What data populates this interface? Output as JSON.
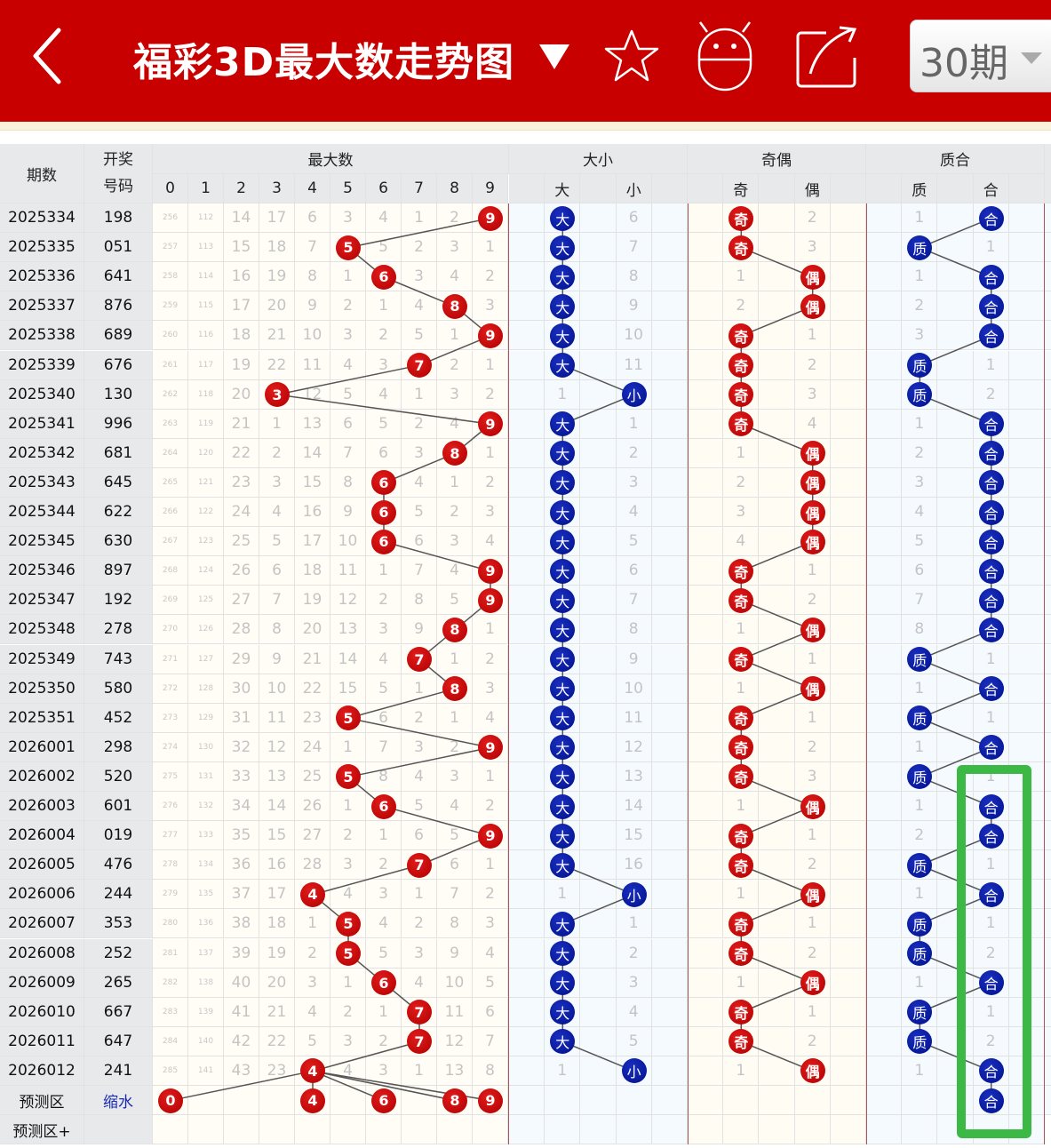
{
  "header": {
    "title": "福彩3D最大数走势图",
    "period_select": "30期",
    "icons": [
      "back-icon",
      "dropdown-triangle-icon",
      "star-icon",
      "robot-icon",
      "share-icon"
    ],
    "colors": {
      "bar": "#c80000",
      "red_ball": "#c00000",
      "blue_ball": "#0a1aa0",
      "highlight": "#3cb844"
    }
  },
  "table": {
    "col_headers": {
      "issue": "期数",
      "draw_line1": "开奖",
      "draw_line2": "号码",
      "max_group": "最大数",
      "digits": [
        "0",
        "1",
        "2",
        "3",
        "4",
        "5",
        "6",
        "7",
        "8",
        "9"
      ],
      "bs_group": "大小",
      "bs": [
        "大",
        "小"
      ],
      "oe_group": "奇偶",
      "oe": [
        "奇",
        "偶"
      ],
      "pc_group": "质合",
      "pc": [
        "质",
        "合"
      ]
    },
    "rows": [
      {
        "issue": "2025334",
        "draw": "198",
        "max": 9,
        "miss": [
          "256",
          "112",
          "14",
          "17",
          "6",
          "3",
          "4",
          "1",
          "2",
          ""
        ],
        "bs": "大",
        "bs_miss": "6",
        "oe": "奇",
        "oe_miss": "2",
        "pc": "合",
        "pc_miss": "1"
      },
      {
        "issue": "2025335",
        "draw": "051",
        "max": 5,
        "miss": [
          "257",
          "113",
          "15",
          "18",
          "7",
          "",
          "5",
          "2",
          "3",
          "1"
        ],
        "bs": "大",
        "bs_miss": "7",
        "oe": "奇",
        "oe_miss": "3",
        "pc": "质",
        "pc_miss": "1"
      },
      {
        "issue": "2025336",
        "draw": "641",
        "max": 6,
        "miss": [
          "258",
          "114",
          "16",
          "19",
          "8",
          "1",
          "",
          "3",
          "4",
          "2"
        ],
        "bs": "大",
        "bs_miss": "8",
        "oe": "偶",
        "oe_miss": "1",
        "pc": "合",
        "pc_miss": "1"
      },
      {
        "issue": "2025337",
        "draw": "876",
        "max": 8,
        "miss": [
          "259",
          "115",
          "17",
          "20",
          "9",
          "2",
          "1",
          "4",
          "",
          "3"
        ],
        "bs": "大",
        "bs_miss": "9",
        "oe": "偶",
        "oe_miss": "2",
        "pc": "合",
        "pc_miss": "2"
      },
      {
        "issue": "2025338",
        "draw": "689",
        "max": 9,
        "miss": [
          "260",
          "116",
          "18",
          "21",
          "10",
          "3",
          "2",
          "5",
          "1",
          ""
        ],
        "bs": "大",
        "bs_miss": "10",
        "oe": "奇",
        "oe_miss": "1",
        "pc": "合",
        "pc_miss": "3"
      },
      {
        "issue": "2025339",
        "draw": "676",
        "max": 7,
        "miss": [
          "261",
          "117",
          "19",
          "22",
          "11",
          "4",
          "3",
          "",
          "2",
          "1"
        ],
        "bs": "大",
        "bs_miss": "11",
        "oe": "奇",
        "oe_miss": "2",
        "pc": "质",
        "pc_miss": "1"
      },
      {
        "issue": "2025340",
        "draw": "130",
        "max": 3,
        "miss": [
          "262",
          "118",
          "20",
          "",
          "12",
          "5",
          "4",
          "1",
          "3",
          "2"
        ],
        "bs": "小",
        "bs_miss": "1",
        "oe": "奇",
        "oe_miss": "3",
        "pc": "质",
        "pc_miss": "2"
      },
      {
        "issue": "2025341",
        "draw": "996",
        "max": 9,
        "miss": [
          "263",
          "119",
          "21",
          "1",
          "13",
          "6",
          "5",
          "2",
          "4",
          ""
        ],
        "bs": "大",
        "bs_miss": "1",
        "oe": "奇",
        "oe_miss": "4",
        "pc": "合",
        "pc_miss": "1"
      },
      {
        "issue": "2025342",
        "draw": "681",
        "max": 8,
        "miss": [
          "264",
          "120",
          "22",
          "2",
          "14",
          "7",
          "6",
          "3",
          "",
          "1"
        ],
        "bs": "大",
        "bs_miss": "2",
        "oe": "偶",
        "oe_miss": "1",
        "pc": "合",
        "pc_miss": "2"
      },
      {
        "issue": "2025343",
        "draw": "645",
        "max": 6,
        "miss": [
          "265",
          "121",
          "23",
          "3",
          "15",
          "8",
          "",
          "4",
          "1",
          "2"
        ],
        "bs": "大",
        "bs_miss": "3",
        "oe": "偶",
        "oe_miss": "2",
        "pc": "合",
        "pc_miss": "3"
      },
      {
        "issue": "2025344",
        "draw": "622",
        "max": 6,
        "miss": [
          "266",
          "122",
          "24",
          "4",
          "16",
          "9",
          "",
          "5",
          "2",
          "3"
        ],
        "bs": "大",
        "bs_miss": "4",
        "oe": "偶",
        "oe_miss": "3",
        "pc": "合",
        "pc_miss": "4"
      },
      {
        "issue": "2025345",
        "draw": "630",
        "max": 6,
        "miss": [
          "267",
          "123",
          "25",
          "5",
          "17",
          "10",
          "",
          "6",
          "3",
          "4"
        ],
        "bs": "大",
        "bs_miss": "5",
        "oe": "偶",
        "oe_miss": "4",
        "pc": "合",
        "pc_miss": "5"
      },
      {
        "issue": "2025346",
        "draw": "897",
        "max": 9,
        "miss": [
          "268",
          "124",
          "26",
          "6",
          "18",
          "11",
          "1",
          "7",
          "4",
          ""
        ],
        "bs": "大",
        "bs_miss": "6",
        "oe": "奇",
        "oe_miss": "1",
        "pc": "合",
        "pc_miss": "6"
      },
      {
        "issue": "2025347",
        "draw": "192",
        "max": 9,
        "miss": [
          "269",
          "125",
          "27",
          "7",
          "19",
          "12",
          "2",
          "8",
          "5",
          ""
        ],
        "bs": "大",
        "bs_miss": "7",
        "oe": "奇",
        "oe_miss": "2",
        "pc": "合",
        "pc_miss": "7"
      },
      {
        "issue": "2025348",
        "draw": "278",
        "max": 8,
        "miss": [
          "270",
          "126",
          "28",
          "8",
          "20",
          "13",
          "3",
          "9",
          "",
          "1"
        ],
        "bs": "大",
        "bs_miss": "8",
        "oe": "偶",
        "oe_miss": "1",
        "pc": "合",
        "pc_miss": "8"
      },
      {
        "issue": "2025349",
        "draw": "743",
        "max": 7,
        "miss": [
          "271",
          "127",
          "29",
          "9",
          "21",
          "14",
          "4",
          "",
          "1",
          "2"
        ],
        "bs": "大",
        "bs_miss": "9",
        "oe": "奇",
        "oe_miss": "1",
        "pc": "质",
        "pc_miss": "1"
      },
      {
        "issue": "2025350",
        "draw": "580",
        "max": 8,
        "miss": [
          "272",
          "128",
          "30",
          "10",
          "22",
          "15",
          "5",
          "1",
          "",
          "3"
        ],
        "bs": "大",
        "bs_miss": "10",
        "oe": "偶",
        "oe_miss": "1",
        "pc": "合",
        "pc_miss": "1"
      },
      {
        "issue": "2025351",
        "draw": "452",
        "max": 5,
        "miss": [
          "273",
          "129",
          "31",
          "11",
          "23",
          "",
          "6",
          "2",
          "1",
          "4"
        ],
        "bs": "大",
        "bs_miss": "11",
        "oe": "奇",
        "oe_miss": "1",
        "pc": "质",
        "pc_miss": "1"
      },
      {
        "issue": "2026001",
        "draw": "298",
        "max": 9,
        "miss": [
          "274",
          "130",
          "32",
          "12",
          "24",
          "1",
          "7",
          "3",
          "2",
          ""
        ],
        "bs": "大",
        "bs_miss": "12",
        "oe": "奇",
        "oe_miss": "2",
        "pc": "合",
        "pc_miss": "1"
      },
      {
        "issue": "2026002",
        "draw": "520",
        "max": 5,
        "miss": [
          "275",
          "131",
          "33",
          "13",
          "25",
          "",
          "8",
          "4",
          "3",
          "1"
        ],
        "bs": "大",
        "bs_miss": "13",
        "oe": "奇",
        "oe_miss": "3",
        "pc": "质",
        "pc_miss": "1"
      },
      {
        "issue": "2026003",
        "draw": "601",
        "max": 6,
        "miss": [
          "276",
          "132",
          "34",
          "14",
          "26",
          "1",
          "",
          "5",
          "4",
          "2"
        ],
        "bs": "大",
        "bs_miss": "14",
        "oe": "偶",
        "oe_miss": "1",
        "pc": "合",
        "pc_miss": "1"
      },
      {
        "issue": "2026004",
        "draw": "019",
        "max": 9,
        "miss": [
          "277",
          "133",
          "35",
          "15",
          "27",
          "2",
          "1",
          "6",
          "5",
          ""
        ],
        "bs": "大",
        "bs_miss": "15",
        "oe": "奇",
        "oe_miss": "1",
        "pc": "合",
        "pc_miss": "2"
      },
      {
        "issue": "2026005",
        "draw": "476",
        "max": 7,
        "miss": [
          "278",
          "134",
          "36",
          "16",
          "28",
          "3",
          "2",
          "",
          "6",
          "1"
        ],
        "bs": "大",
        "bs_miss": "16",
        "oe": "奇",
        "oe_miss": "2",
        "pc": "质",
        "pc_miss": "1"
      },
      {
        "issue": "2026006",
        "draw": "244",
        "max": 4,
        "miss": [
          "279",
          "135",
          "37",
          "17",
          "",
          "4",
          "3",
          "1",
          "7",
          "2"
        ],
        "bs": "小",
        "bs_miss": "1",
        "oe": "偶",
        "oe_miss": "1",
        "pc": "合",
        "pc_miss": "1"
      },
      {
        "issue": "2026007",
        "draw": "353",
        "max": 5,
        "miss": [
          "280",
          "136",
          "38",
          "18",
          "1",
          "",
          "4",
          "2",
          "8",
          "3"
        ],
        "bs": "大",
        "bs_miss": "1",
        "oe": "奇",
        "oe_miss": "1",
        "pc": "质",
        "pc_miss": "1"
      },
      {
        "issue": "2026008",
        "draw": "252",
        "max": 5,
        "miss": [
          "281",
          "137",
          "39",
          "19",
          "2",
          "",
          "5",
          "3",
          "9",
          "4"
        ],
        "bs": "大",
        "bs_miss": "2",
        "oe": "奇",
        "oe_miss": "2",
        "pc": "质",
        "pc_miss": "2"
      },
      {
        "issue": "2026009",
        "draw": "265",
        "max": 6,
        "miss": [
          "282",
          "138",
          "40",
          "20",
          "3",
          "1",
          "",
          "4",
          "10",
          "5"
        ],
        "bs": "大",
        "bs_miss": "3",
        "oe": "偶",
        "oe_miss": "1",
        "pc": "合",
        "pc_miss": "1"
      },
      {
        "issue": "2026010",
        "draw": "667",
        "max": 7,
        "miss": [
          "283",
          "139",
          "41",
          "21",
          "4",
          "2",
          "1",
          "",
          "11",
          "6"
        ],
        "bs": "大",
        "bs_miss": "4",
        "oe": "奇",
        "oe_miss": "1",
        "pc": "质",
        "pc_miss": "1"
      },
      {
        "issue": "2026011",
        "draw": "647",
        "max": 7,
        "miss": [
          "284",
          "140",
          "42",
          "22",
          "5",
          "3",
          "2",
          "",
          "12",
          "7"
        ],
        "bs": "大",
        "bs_miss": "5",
        "oe": "奇",
        "oe_miss": "2",
        "pc": "质",
        "pc_miss": "2"
      },
      {
        "issue": "2026012",
        "draw": "241",
        "max": 4,
        "miss": [
          "285",
          "141",
          "43",
          "23",
          "",
          "4",
          "3",
          "1",
          "13",
          "8"
        ],
        "bs": "小",
        "bs_miss": "1",
        "oe": "偶",
        "oe_miss": "1",
        "pc": "合",
        "pc_miss": "1"
      }
    ],
    "forecast": {
      "label": "预测区",
      "draw_label": "缩水",
      "balls": [
        0,
        4,
        6,
        8,
        9
      ],
      "pc": "合"
    },
    "forecast_plus": {
      "label": "预测区+"
    }
  }
}
